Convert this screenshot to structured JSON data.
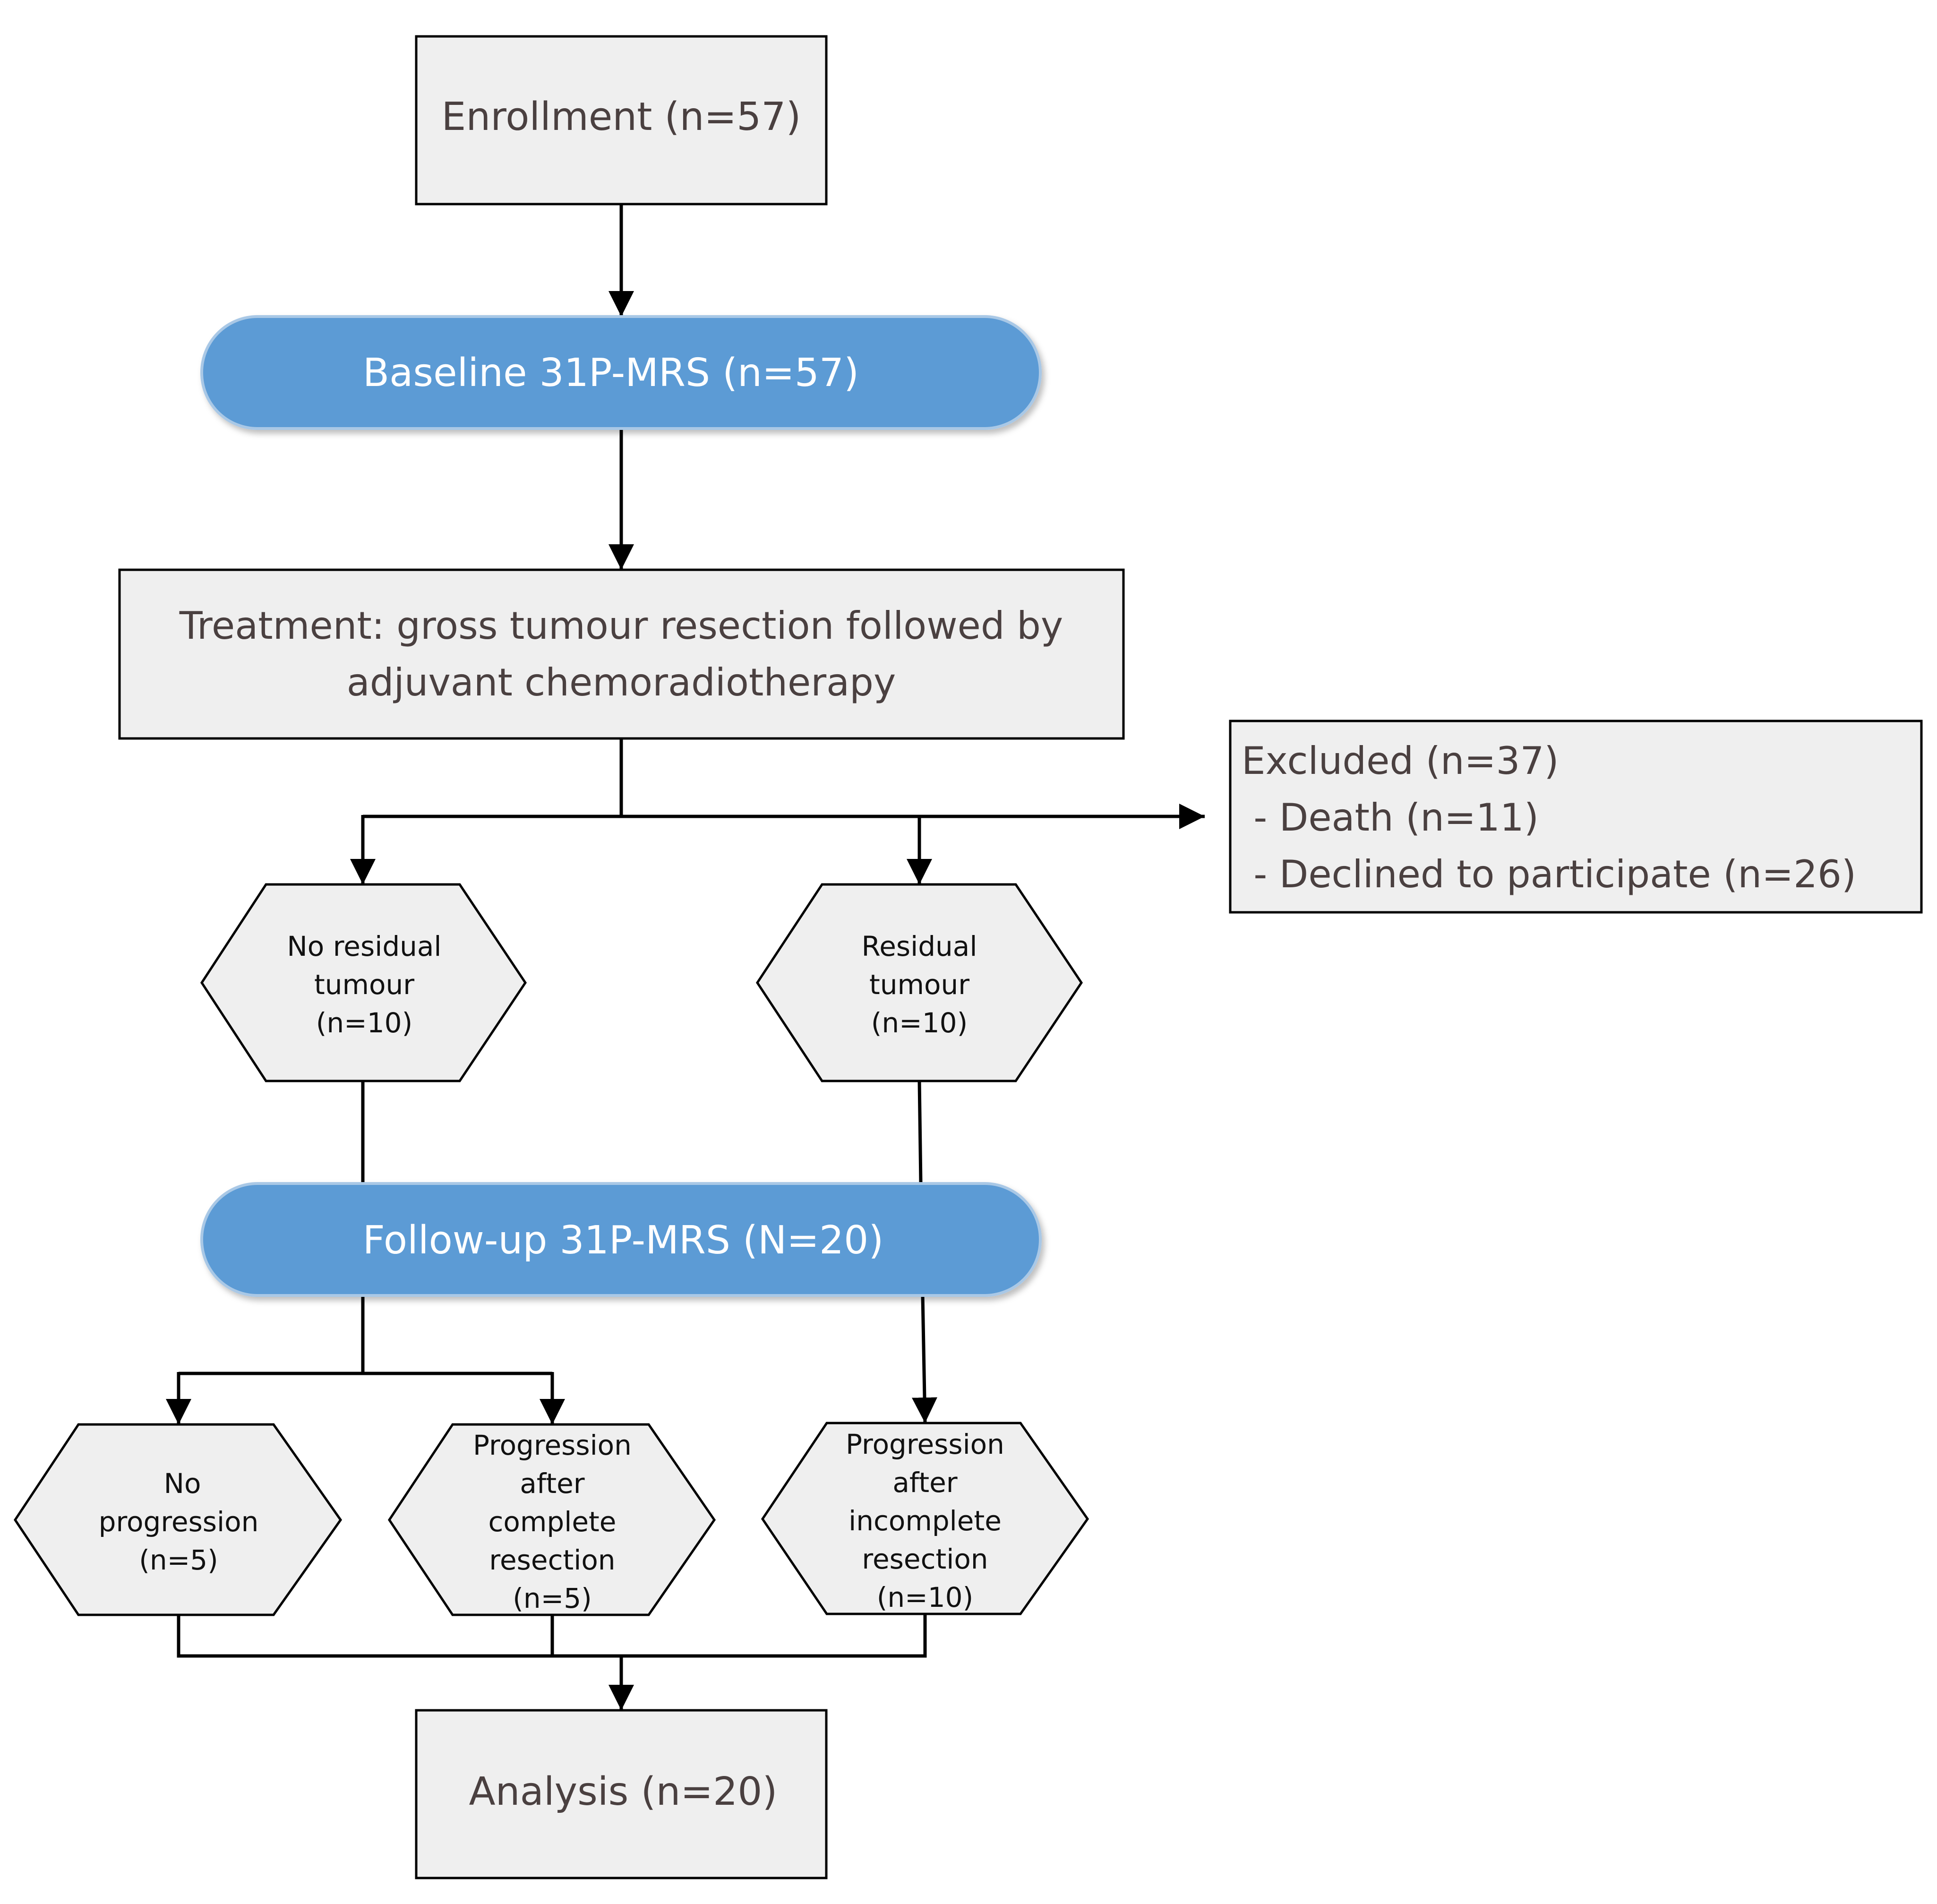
{
  "enrollment": {
    "label": "Enrollment (n=57)"
  },
  "baseline": {
    "label": "Baseline 31P-MRS (n=57)"
  },
  "treatment": {
    "line1": "Treatment: gross tumour resection followed by",
    "line2": "adjuvant chemoradiotherapy"
  },
  "excluded": {
    "title": "Excluded (n=37)",
    "item1": " - Death (n=11)",
    "item2": " - Declined to participate (n=26)"
  },
  "no_residual": {
    "line1": "No residual",
    "line2": "tumour",
    "line3": "(n=10)"
  },
  "residual": {
    "line1": "Residual",
    "line2": "tumour",
    "line3": "(n=10)"
  },
  "followup": {
    "label": "Follow-up 31P-MRS (N=20)"
  },
  "no_progression": {
    "line1": "No",
    "line2": "progression",
    "line3": "(n=5)"
  },
  "prog_complete": {
    "line1": "Progression",
    "line2": "after",
    "line3": "complete",
    "line4": "resection",
    "line5": "(n=5)"
  },
  "prog_incomplete": {
    "line1": "Progression",
    "line2": "after",
    "line3": "incomplete",
    "line4": "resection",
    "line5": "(n=10)"
  },
  "analysis": {
    "label": "Analysis (n=20)"
  },
  "colors": {
    "box_fill": "#efefef",
    "pill_fill": "#5b9bd5",
    "line": "#000000",
    "box_text": "#4a4040"
  }
}
